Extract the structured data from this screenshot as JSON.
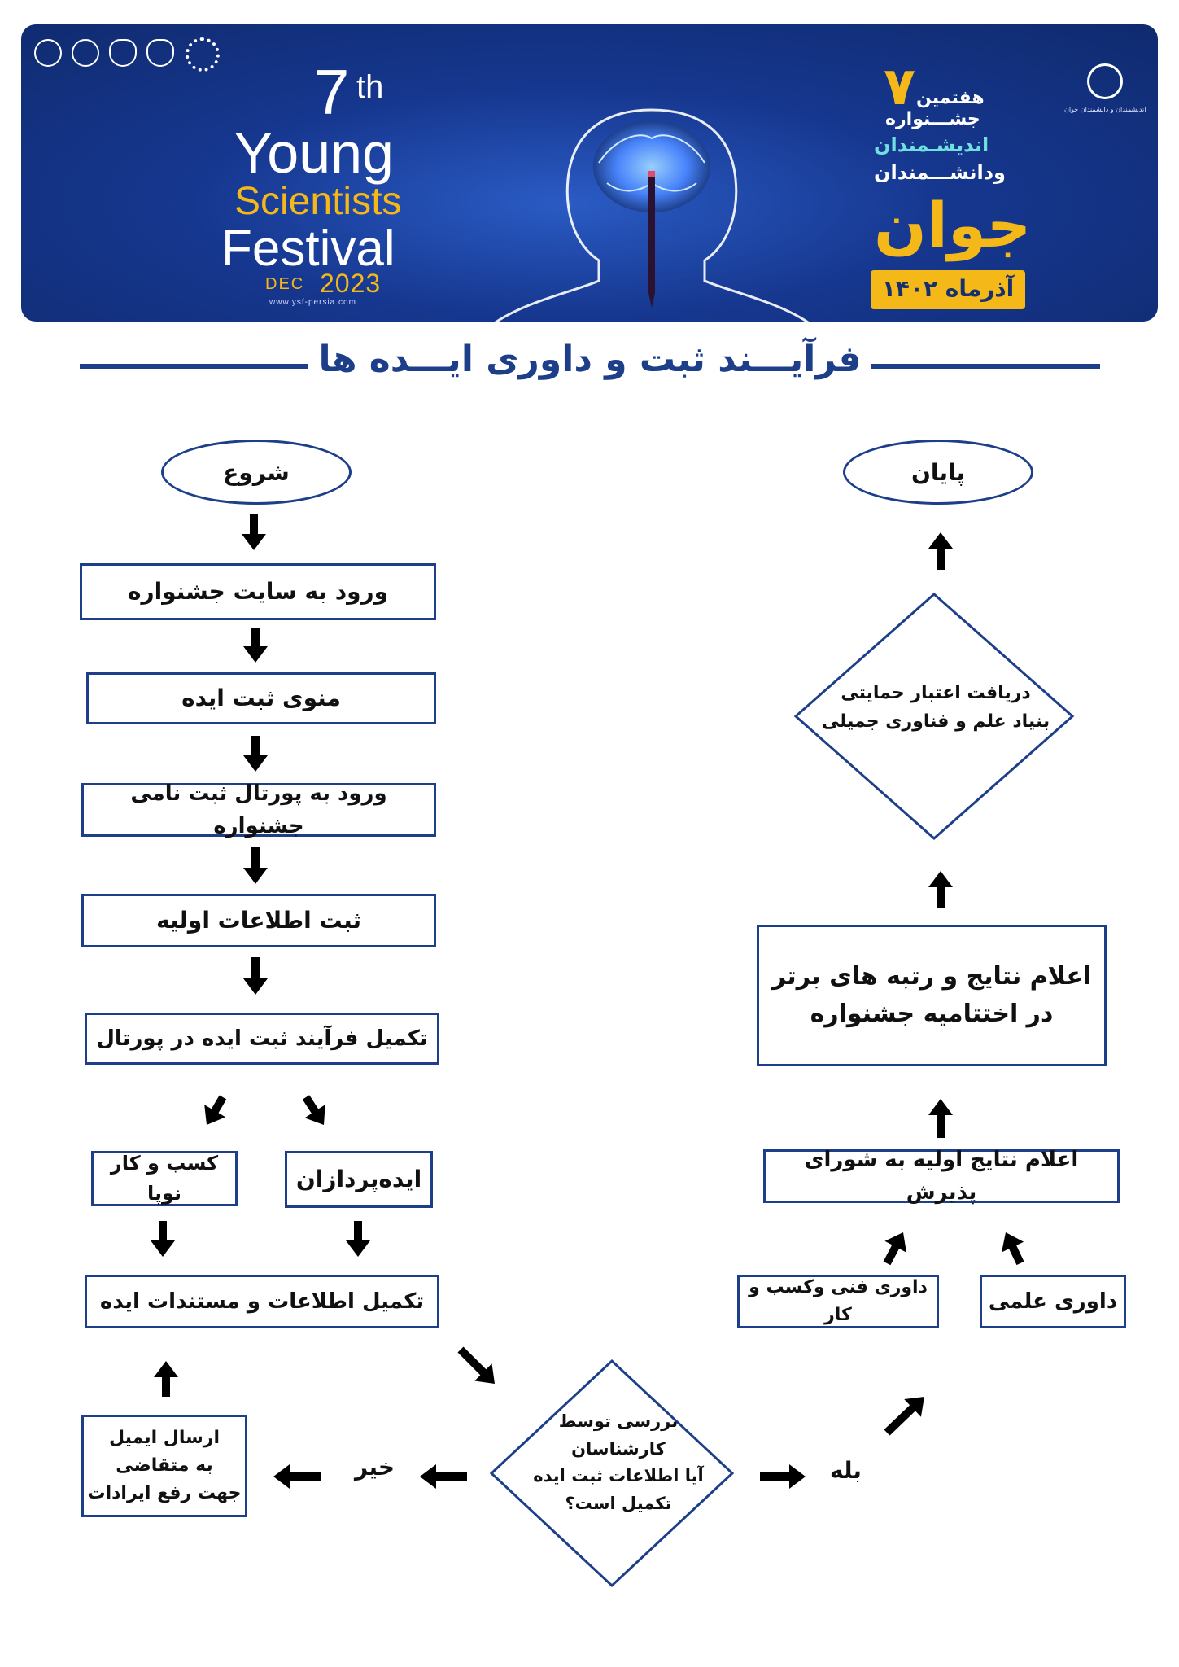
{
  "banner": {
    "en_number": "7",
    "en_suffix": "th",
    "en_young": "Young",
    "en_scientists": "Scientists",
    "en_festival": "Festival",
    "en_month": "DEC",
    "en_year": "2023",
    "website": "www.ysf-persia.com",
    "fa_number": "۷",
    "fa_line1": "هفتمین",
    "fa_line2": "جشـــنواره",
    "fa_line3": "اندیشـمندان",
    "fa_line4": "ودانشـــمندان",
    "fa_javan": "جوان",
    "fa_date": "آذرماه ۱۴۰۲",
    "org_caption": "اندیشمندان و دانشمندان جوان",
    "colors": {
      "background": "#16378f",
      "accent": "#f5b819",
      "teal": "#6fe0dd"
    }
  },
  "title": "فرآیـــند ثبت و داوری ایـــده ها",
  "flow": {
    "start": "شروع",
    "end": "پایان",
    "left_steps": [
      "ورود به سایت جشنواره",
      "منوی ثبت ایده",
      "ورود به پورتال ثبت نامی جشنواره",
      "ثبت اطلاعات اولیه",
      "تکمیل فرآیند ثبت ایده در پورتال"
    ],
    "branch_business": "کسب و کار نوپا",
    "branch_ideators": "ایده‌پردازان",
    "complete_docs": "تکمیل اطلاعات و مستندات ایده",
    "email_box": [
      "ارسال ایمیل",
      "به متقاضی",
      "جهت رفع ایرادات"
    ],
    "review_diamond": [
      "بررسی توسط",
      "کارشناسان",
      "آیا اطلاعات ثبت ایده",
      "تکمیل است؟"
    ],
    "no_label": "خیر",
    "yes_label": "بله",
    "judging_technical": "داوری فنی وکسب و کار",
    "judging_scientific": "داوری علمی",
    "initial_results": "اعلام نتایج اولیه به شورای پذیرش",
    "final_results": [
      "اعلام نتایج و رتبه های برتر",
      "در اختتامیه جشنواره"
    ],
    "support_diamond": [
      "دریافت اعتبار حمایتی",
      "بنیاد علم و فناوری جمیلی"
    ]
  }
}
